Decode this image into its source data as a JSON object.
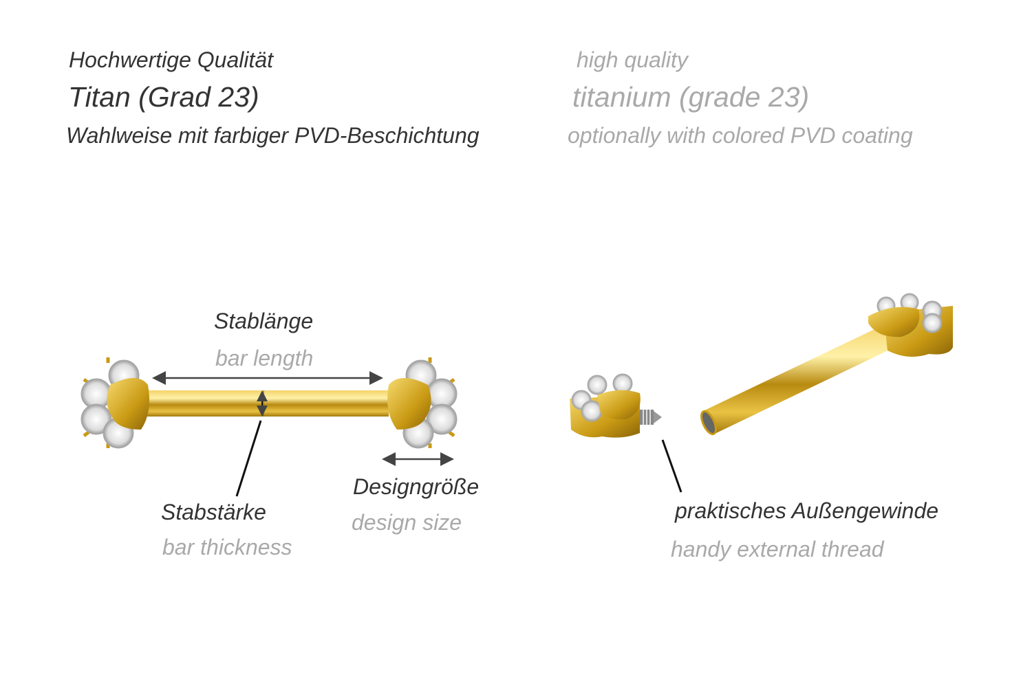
{
  "header": {
    "de": {
      "quality": "Hochwertige Qualität",
      "material": "Titan (Grad 23)",
      "coating": "Wahlweise mit farbiger PVD-Beschichtung"
    },
    "en": {
      "quality": "high quality",
      "material": "titanium (grade 23)",
      "coating": "optionally with colored PVD coating"
    }
  },
  "labels": {
    "bar_length": {
      "de": "Stablänge",
      "en": "bar length"
    },
    "bar_thickness": {
      "de": "Stabstärke",
      "en": "bar thickness"
    },
    "design_size": {
      "de": "Designgröße",
      "en": "design size"
    },
    "thread": {
      "de": "praktisches Außengewinde",
      "en": "handy external thread"
    }
  },
  "colors": {
    "gold": "#d9a91c",
    "text_de": "#333333",
    "text_en": "#a9a9a9",
    "arrow": "#444444"
  }
}
